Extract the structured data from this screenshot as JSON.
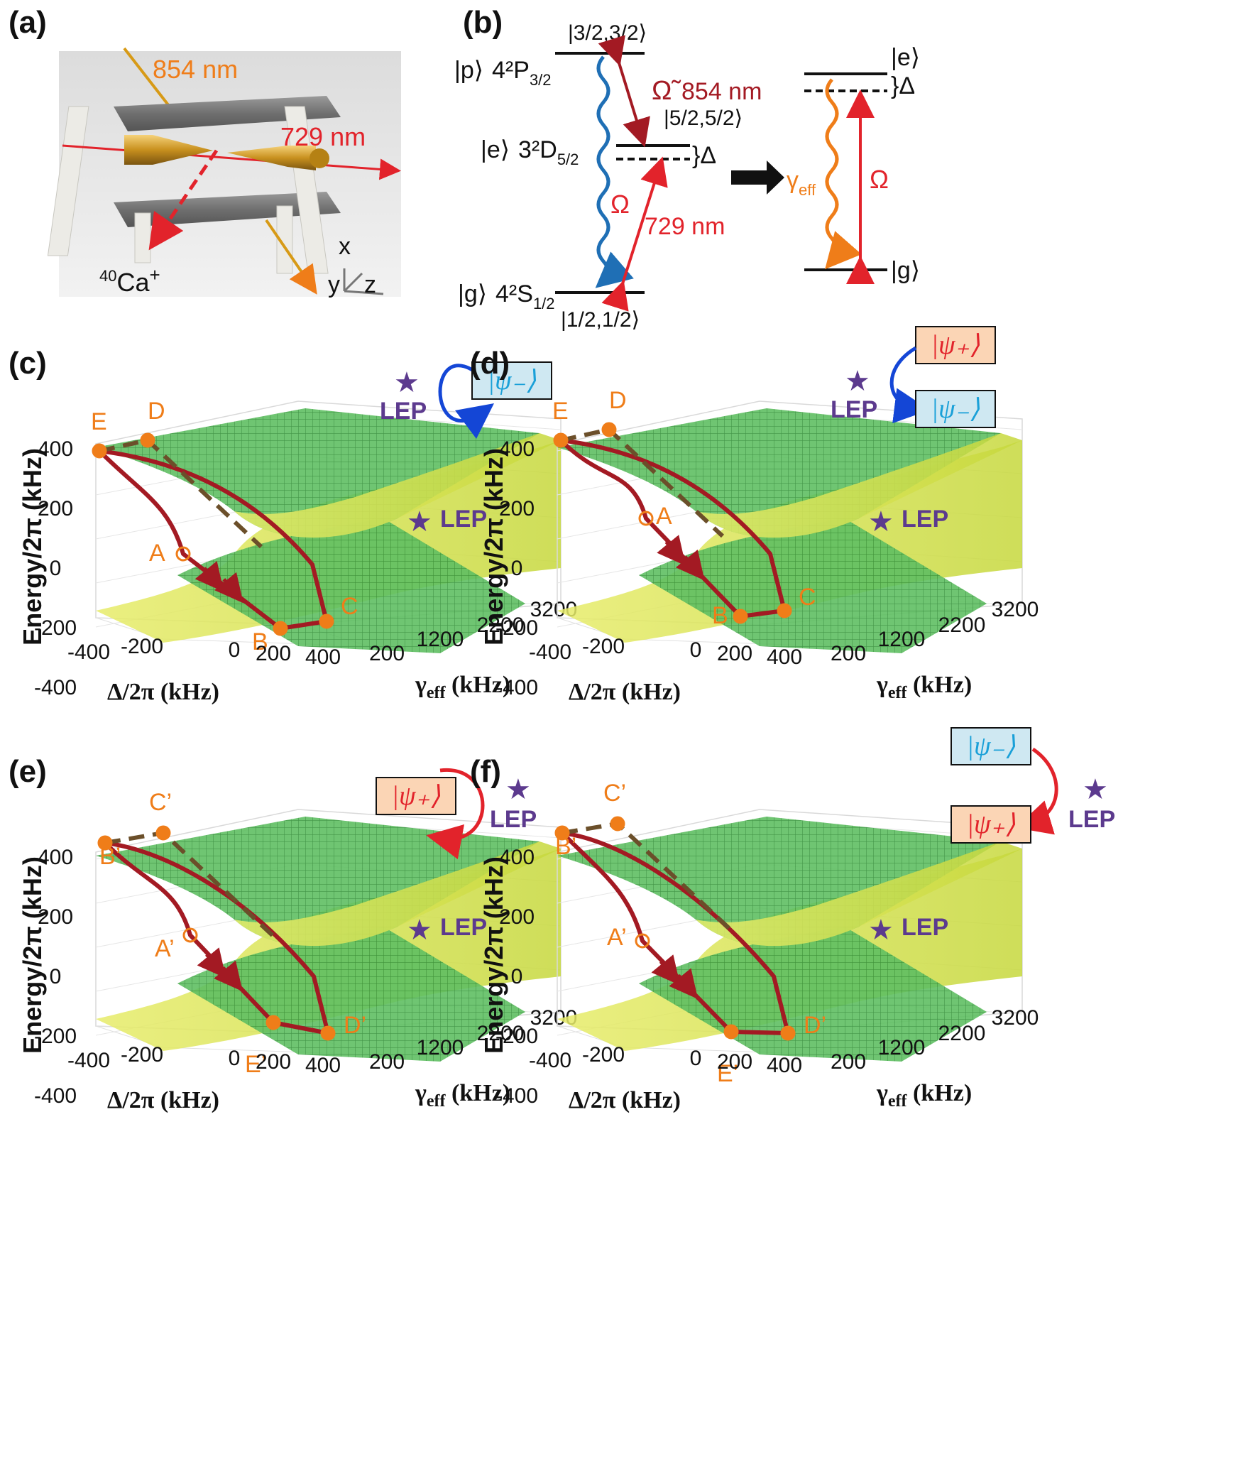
{
  "panels": {
    "a": {
      "label": "(a)",
      "laser_854": "854 nm",
      "laser_729": "729 nm",
      "ion": "40Ca+",
      "ion_sup": "40",
      "ion_base": "Ca",
      "ion_charge": "+",
      "axes": {
        "x": "x",
        "y": "y",
        "z": "z"
      }
    },
    "b": {
      "label": "(b)",
      "p_state": "|p⟩",
      "p_term": "4²P",
      "p_sub": "3/2",
      "p_mj": "|3/2,3/2⟩",
      "e_state": "|e⟩",
      "e_term": "3²D",
      "e_sub": "5/2",
      "e_mj": "|5/2,5/2⟩",
      "g_state": "|g⟩",
      "g_term": "4²S",
      "g_sub": "1/2",
      "g_mj": "|1/2,1/2⟩",
      "omega_tilde": "Ω̃",
      "wl_854": "854 nm",
      "wl_729": "729 nm",
      "omega": "Ω",
      "delta": "}Δ",
      "eff_e": "|e⟩",
      "eff_g": "|g⟩",
      "eff_delta": "}Δ",
      "gamma_eff": "γ",
      "gamma_sub": "eff",
      "eff_omega": "Ω"
    },
    "plots": [
      {
        "label": "(c)",
        "ylabel": "Energy/2π (kHz)",
        "yticks": [
          "400",
          "200",
          "0",
          "-200",
          "-400"
        ],
        "xticks": [
          "-400",
          "-200",
          "0",
          "200",
          "400"
        ],
        "xlabel": "Δ/2π (kHz)",
        "gticks": [
          "200",
          "1200",
          "2200",
          "3200"
        ],
        "glabel": "γ",
        "glabel_sub": "eff",
        "glabel_unit": " (kHz)",
        "lep": "LEP",
        "points": [
          "E",
          "D",
          "A",
          "B",
          "C"
        ],
        "legend_lep": "LEP",
        "kets": [
          "|ψ₋⟩"
        ]
      },
      {
        "label": "(d)",
        "ylabel": "Energy/2π (kHz)",
        "yticks": [
          "400",
          "200",
          "0",
          "-200",
          "-400"
        ],
        "xticks": [
          "-400",
          "-200",
          "0",
          "200",
          "400"
        ],
        "xlabel": "Δ/2π (kHz)",
        "gticks": [
          "200",
          "1200",
          "2200",
          "3200"
        ],
        "glabel": "γ",
        "glabel_sub": "eff",
        "glabel_unit": " (kHz)",
        "lep": "LEP",
        "points": [
          "E",
          "D",
          "A",
          "B",
          "C"
        ],
        "legend_lep": "LEP",
        "kets": [
          "|ψ₊⟩",
          "|ψ₋⟩"
        ]
      },
      {
        "label": "(e)",
        "ylabel": "Energy/2π (kHz)",
        "yticks": [
          "400",
          "200",
          "0",
          "-200",
          "-400"
        ],
        "xticks": [
          "-400",
          "-200",
          "0",
          "200",
          "400"
        ],
        "xlabel": "Δ/2π (kHz)",
        "gticks": [
          "200",
          "1200",
          "2200",
          "3200"
        ],
        "glabel": "γ",
        "glabel_sub": "eff",
        "glabel_unit": " (kHz)",
        "lep": "LEP",
        "points": [
          "B’",
          "C’",
          "A’",
          "E’",
          "D’"
        ],
        "legend_lep": "LEP",
        "kets": [
          "|ψ₊⟩"
        ]
      },
      {
        "label": "(f)",
        "ylabel": "Energy/2π (kHz)",
        "yticks": [
          "400",
          "200",
          "0",
          "-200",
          "-400"
        ],
        "xticks": [
          "-400",
          "-200",
          "0",
          "200",
          "400"
        ],
        "xlabel": "Δ/2π (kHz)",
        "gticks": [
          "200",
          "1200",
          "2200",
          "3200"
        ],
        "glabel": "γ",
        "glabel_sub": "eff",
        "glabel_unit": " (kHz)",
        "lep": "LEP",
        "points": [
          "B’",
          "C’",
          "A’",
          "E’",
          "D’"
        ],
        "legend_lep": "LEP",
        "kets": [
          "|ψ₋⟩",
          "|ψ₊⟩"
        ]
      }
    ]
  },
  "colors": {
    "orange": "#ef7d19",
    "laser_red": "#e2232b",
    "path_red": "#a31a23",
    "dashed_path": "#6b4f2a",
    "lep_purple": "#5c3a8e",
    "decay_blue": "#1f6fb5",
    "surface_green": "#4caf50",
    "surface_yellow": "#d8e34a",
    "ket_minus_fill": "#cfe8f2",
    "ket_minus_text": "#1aa0d8",
    "ket_plus_fill": "#fbd5b5",
    "ket_plus_text": "#e2232b"
  }
}
